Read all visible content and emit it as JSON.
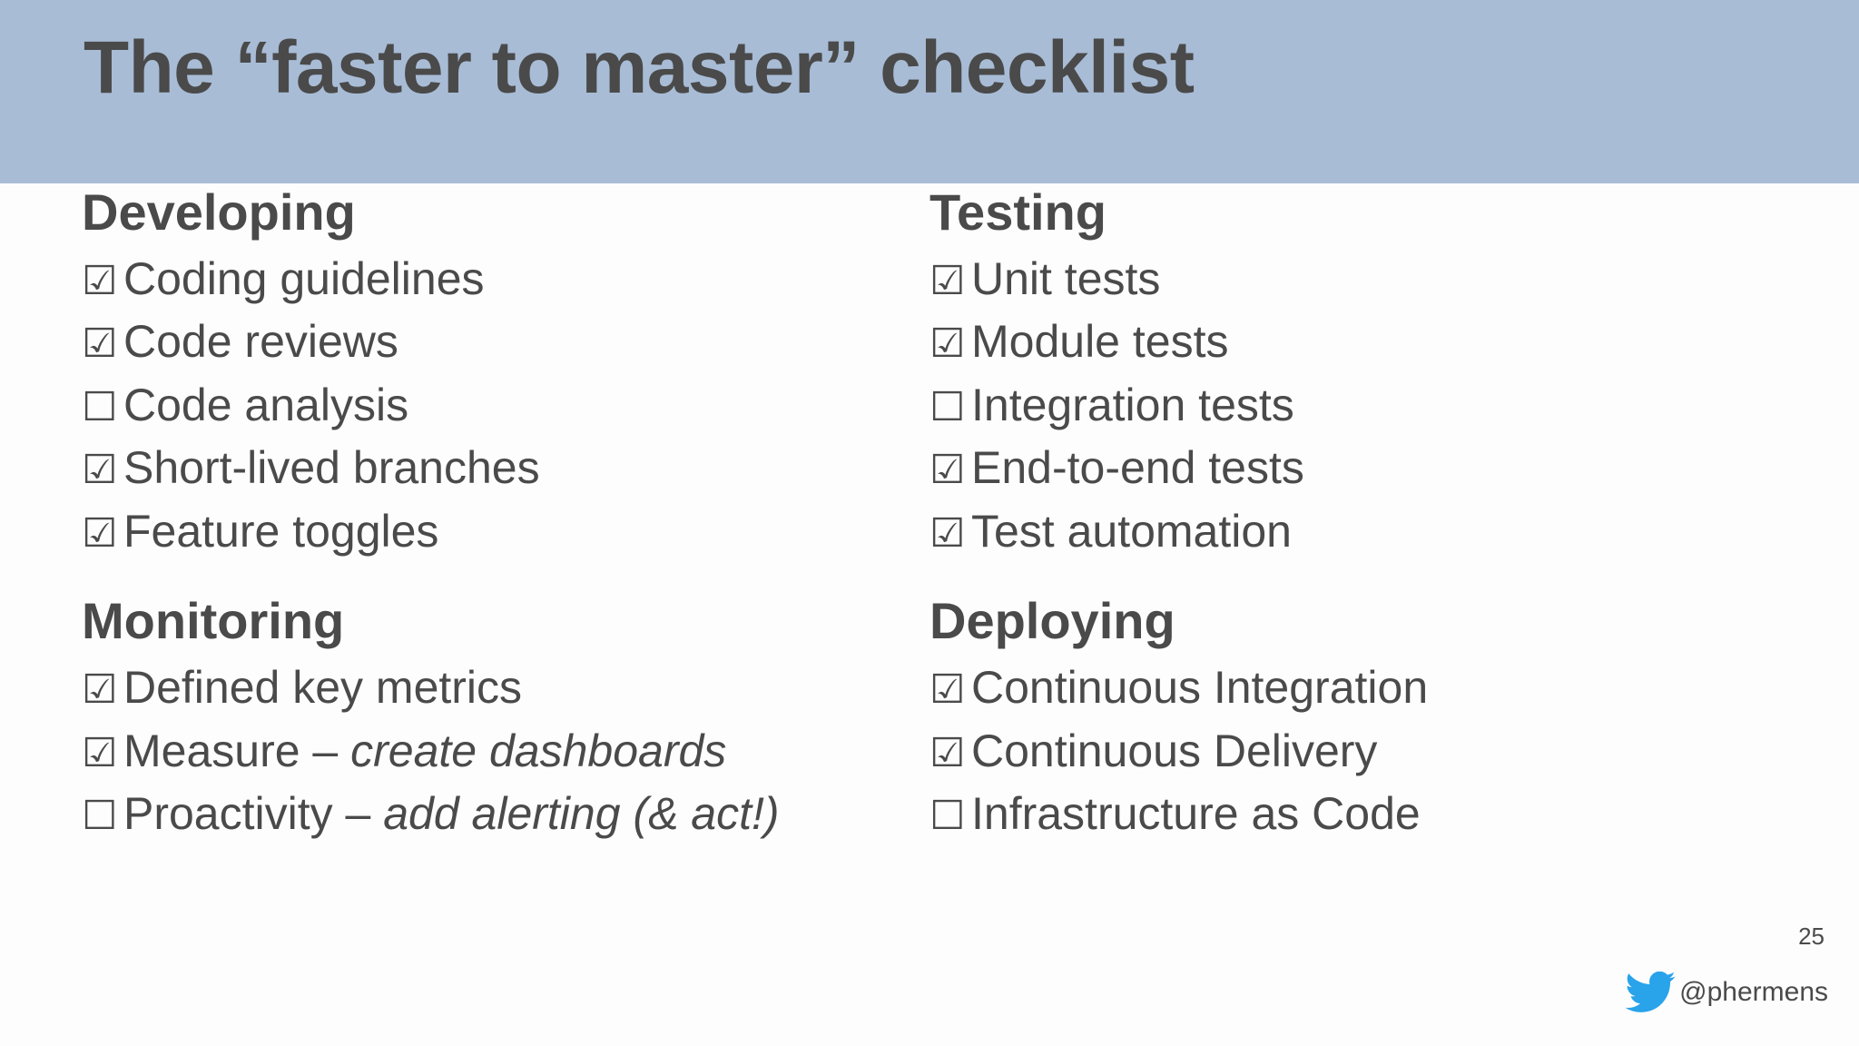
{
  "slide": {
    "title": "The “faster to master” checklist",
    "header_color": "#a8bcd6",
    "text_color": "#4a4a4a",
    "background_color": "#fdfdfd"
  },
  "columns": [
    {
      "sections": [
        {
          "heading": "Developing",
          "items": [
            {
              "checkbox": "☑",
              "checked": true,
              "label": "Coding guidelines"
            },
            {
              "checkbox": "☑",
              "checked": true,
              "label": "Code reviews"
            },
            {
              "checkbox": "☐",
              "checked": false,
              "label": "Code analysis"
            },
            {
              "checkbox": "☑",
              "checked": true,
              "label": "Short-lived branches"
            },
            {
              "checkbox": "☑",
              "checked": true,
              "label": "Feature toggles"
            }
          ]
        },
        {
          "heading": "Monitoring",
          "items": [
            {
              "checkbox": "☑",
              "checked": true,
              "label": "Defined key metrics"
            },
            {
              "checkbox": "☑",
              "checked": true,
              "label": "Measure – ",
              "emphasis": "create dashboards"
            },
            {
              "checkbox": "☐",
              "checked": false,
              "label": "Proactivity – ",
              "emphasis": "add alerting (& act!)"
            }
          ]
        }
      ]
    },
    {
      "sections": [
        {
          "heading": "Testing",
          "items": [
            {
              "checkbox": "☑",
              "checked": true,
              "label": "Unit tests"
            },
            {
              "checkbox": "☑",
              "checked": true,
              "label": "Module tests"
            },
            {
              "checkbox": "☐",
              "checked": false,
              "label": "Integration tests"
            },
            {
              "checkbox": "☑",
              "checked": true,
              "label": "End-to-end tests"
            },
            {
              "checkbox": "☑",
              "checked": true,
              "label": "Test automation"
            }
          ]
        },
        {
          "heading": "Deploying",
          "items": [
            {
              "checkbox": "☑",
              "checked": true,
              "label": "Continuous Integration"
            },
            {
              "checkbox": "☑",
              "checked": true,
              "label": "Continuous Delivery"
            },
            {
              "checkbox": "☐",
              "checked": false,
              "label": "Infrastructure as Code"
            }
          ]
        }
      ]
    }
  ],
  "footer": {
    "slide_number": "25",
    "twitter_handle": "@phermens",
    "twitter_icon": "twitter-bird-icon",
    "twitter_color": "#29a3ea"
  }
}
